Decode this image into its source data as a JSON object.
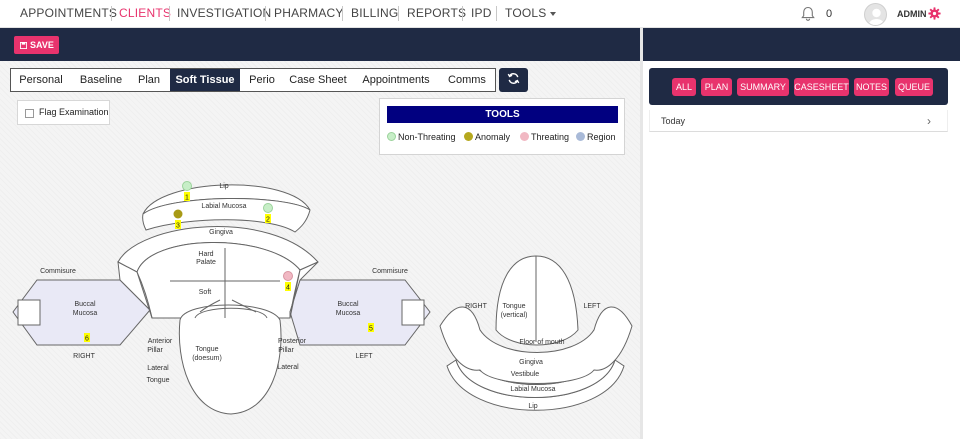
{
  "nav": {
    "items": [
      "APPOINTMENTS",
      "CLIENTS",
      "INVESTIGATION",
      "PHARMACY",
      "BILLING",
      "REPORTS",
      "IPD",
      "TOOLS"
    ],
    "active": "CLIENTS",
    "notification_count": "0",
    "user": "ADMIN",
    "icons": [
      "bell-icon",
      "avatar",
      "gear-icon"
    ]
  },
  "toolbar": {
    "save_label": "SAVE"
  },
  "tabs": [
    "Personal",
    "Baseline",
    "Plan",
    "Soft Tissue",
    "Perio",
    "Case Sheet",
    "Appointments",
    "Comms"
  ],
  "active_tab": "Soft Tissue",
  "flag": {
    "label": "Flag Examination",
    "checked": false
  },
  "tools": {
    "title": "TOOLS",
    "legend": [
      {
        "label": "Non-Threating",
        "color": "#bfeabf"
      },
      {
        "label": "Anomaly",
        "color": "#b5a81e"
      },
      {
        "label": "Threating",
        "color": "#f1b8c3"
      },
      {
        "label": "Region",
        "color": "#a9bad8"
      }
    ]
  },
  "diagram": {
    "labels": {
      "lip": "Lip",
      "labial_mucosa": "Labial Mucosa",
      "gingiva": "Gingiva",
      "hard_palate_1": "Hard",
      "hard_palate_2": "Palate",
      "soft": "Soft",
      "commisure_left": "Commisure",
      "commisure_right": "Commisure",
      "buccal_mucosa_left_1": "Buccal",
      "buccal_mucosa_left_2": "Mucosa",
      "buccal_mucosa_right_1": "Buccal",
      "buccal_mucosa_right_2": "Mucosa",
      "right": "RIGHT",
      "left": "LEFT",
      "anterior_pillar_1": "Anterior",
      "anterior_pillar_2": "Pillar",
      "lateral_tongue_1": "Lateral",
      "lateral_tongue_2": "Tongue",
      "tongue_dorsum_1": "Tongue",
      "tongue_dorsum_2": "(doesum)",
      "posterior_pillar_1": "Posterior",
      "posterior_pillar_2": "Pillar",
      "lateral": "Lateral",
      "side_right": "RIGHT",
      "side_left": "LEFT",
      "tongue_vertical_1": "Tongue",
      "tongue_vertical_2": "(vertical)",
      "floor_of_mouth": "Floor of mouth",
      "gingiva_lower": "Gingiva",
      "vestibule": "Vestibule",
      "labial_mucosa_lower": "Labial Mucosa",
      "lip_lower": "Lip"
    },
    "markers": [
      {
        "number": "1",
        "type": "Non-Threating"
      },
      {
        "number": "2",
        "type": "Non-Threating"
      },
      {
        "number": "3",
        "type": "Anomaly"
      },
      {
        "number": "4",
        "type": "Threating"
      },
      {
        "number": "5",
        "type": "Region"
      },
      {
        "number": "6",
        "type": "Region"
      }
    ]
  },
  "right_panel": {
    "buttons": [
      "ALL",
      "PLAN",
      "SUMMARY",
      "CASESHEET",
      "NOTES",
      "QUEUE"
    ],
    "today_label": "Today"
  },
  "colors": {
    "navy": "#1f2a44",
    "accent": "#e8336d",
    "tools_header": "#010080",
    "region_fill": "#e9e9f6"
  }
}
